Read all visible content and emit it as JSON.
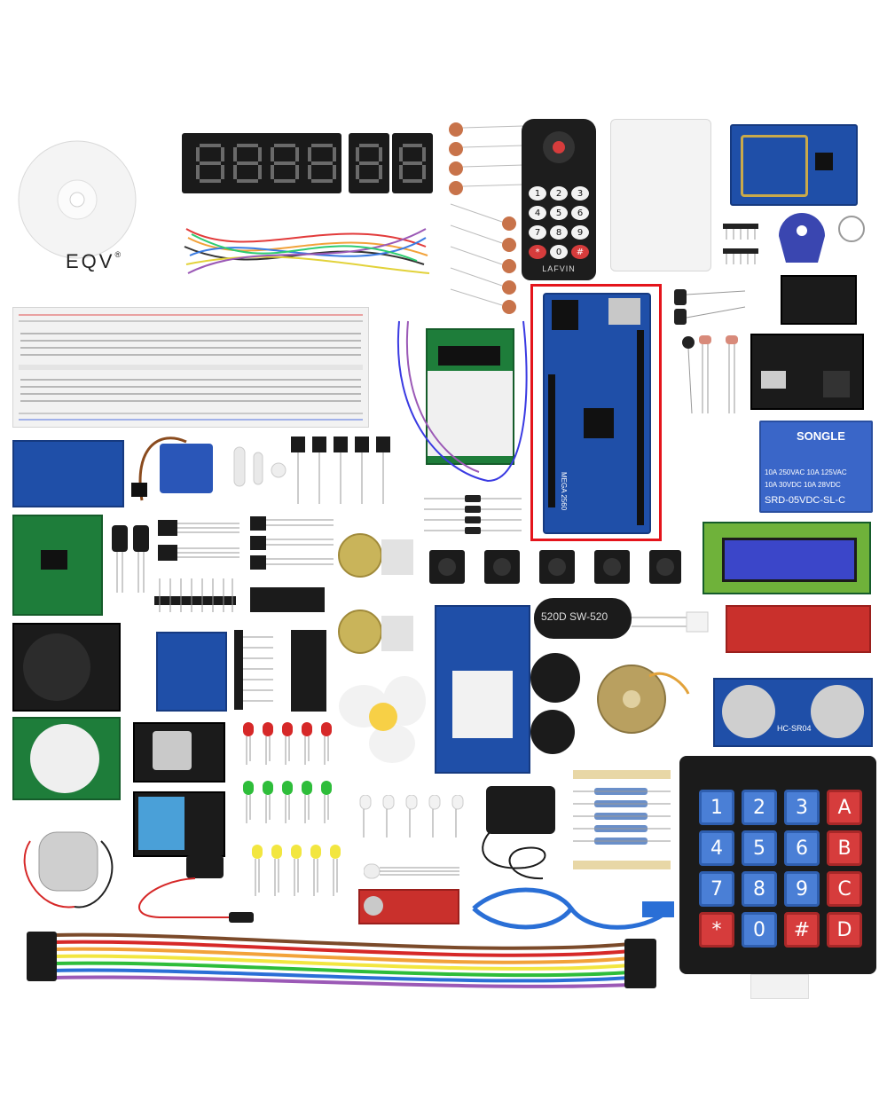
{
  "cd": {
    "brand": "EQV",
    "mark": "®"
  },
  "remote": {
    "brand": "LAFVIN",
    "keys": [
      "1",
      "2",
      "3",
      "4",
      "5",
      "6",
      "7",
      "8",
      "9",
      "*",
      "0",
      "#"
    ]
  },
  "mega": {
    "label": "MEGA 2560"
  },
  "relay": {
    "brand": "SONGLE",
    "rating1": "10A 250VAC  10A 125VAC",
    "rating2": "10A 30VDC  10A 28VDC",
    "model": "SRD-05VDC-SL-C"
  },
  "tilt": {
    "label": "520D  SW-520"
  },
  "ultrasonic": {
    "label": "HC-SR04"
  },
  "keypad": {
    "keys": [
      "1",
      "2",
      "3",
      "A",
      "4",
      "5",
      "6",
      "B",
      "7",
      "8",
      "9",
      "C",
      "*",
      "0",
      "#",
      "D"
    ]
  },
  "colors": {
    "highlight": "#e4141b",
    "keypad_blue": "#4a7fd6",
    "keypad_red": "#d63c3c",
    "pcb_blue": "#1f4fa8",
    "pcb_green": "#1e7d3a"
  }
}
